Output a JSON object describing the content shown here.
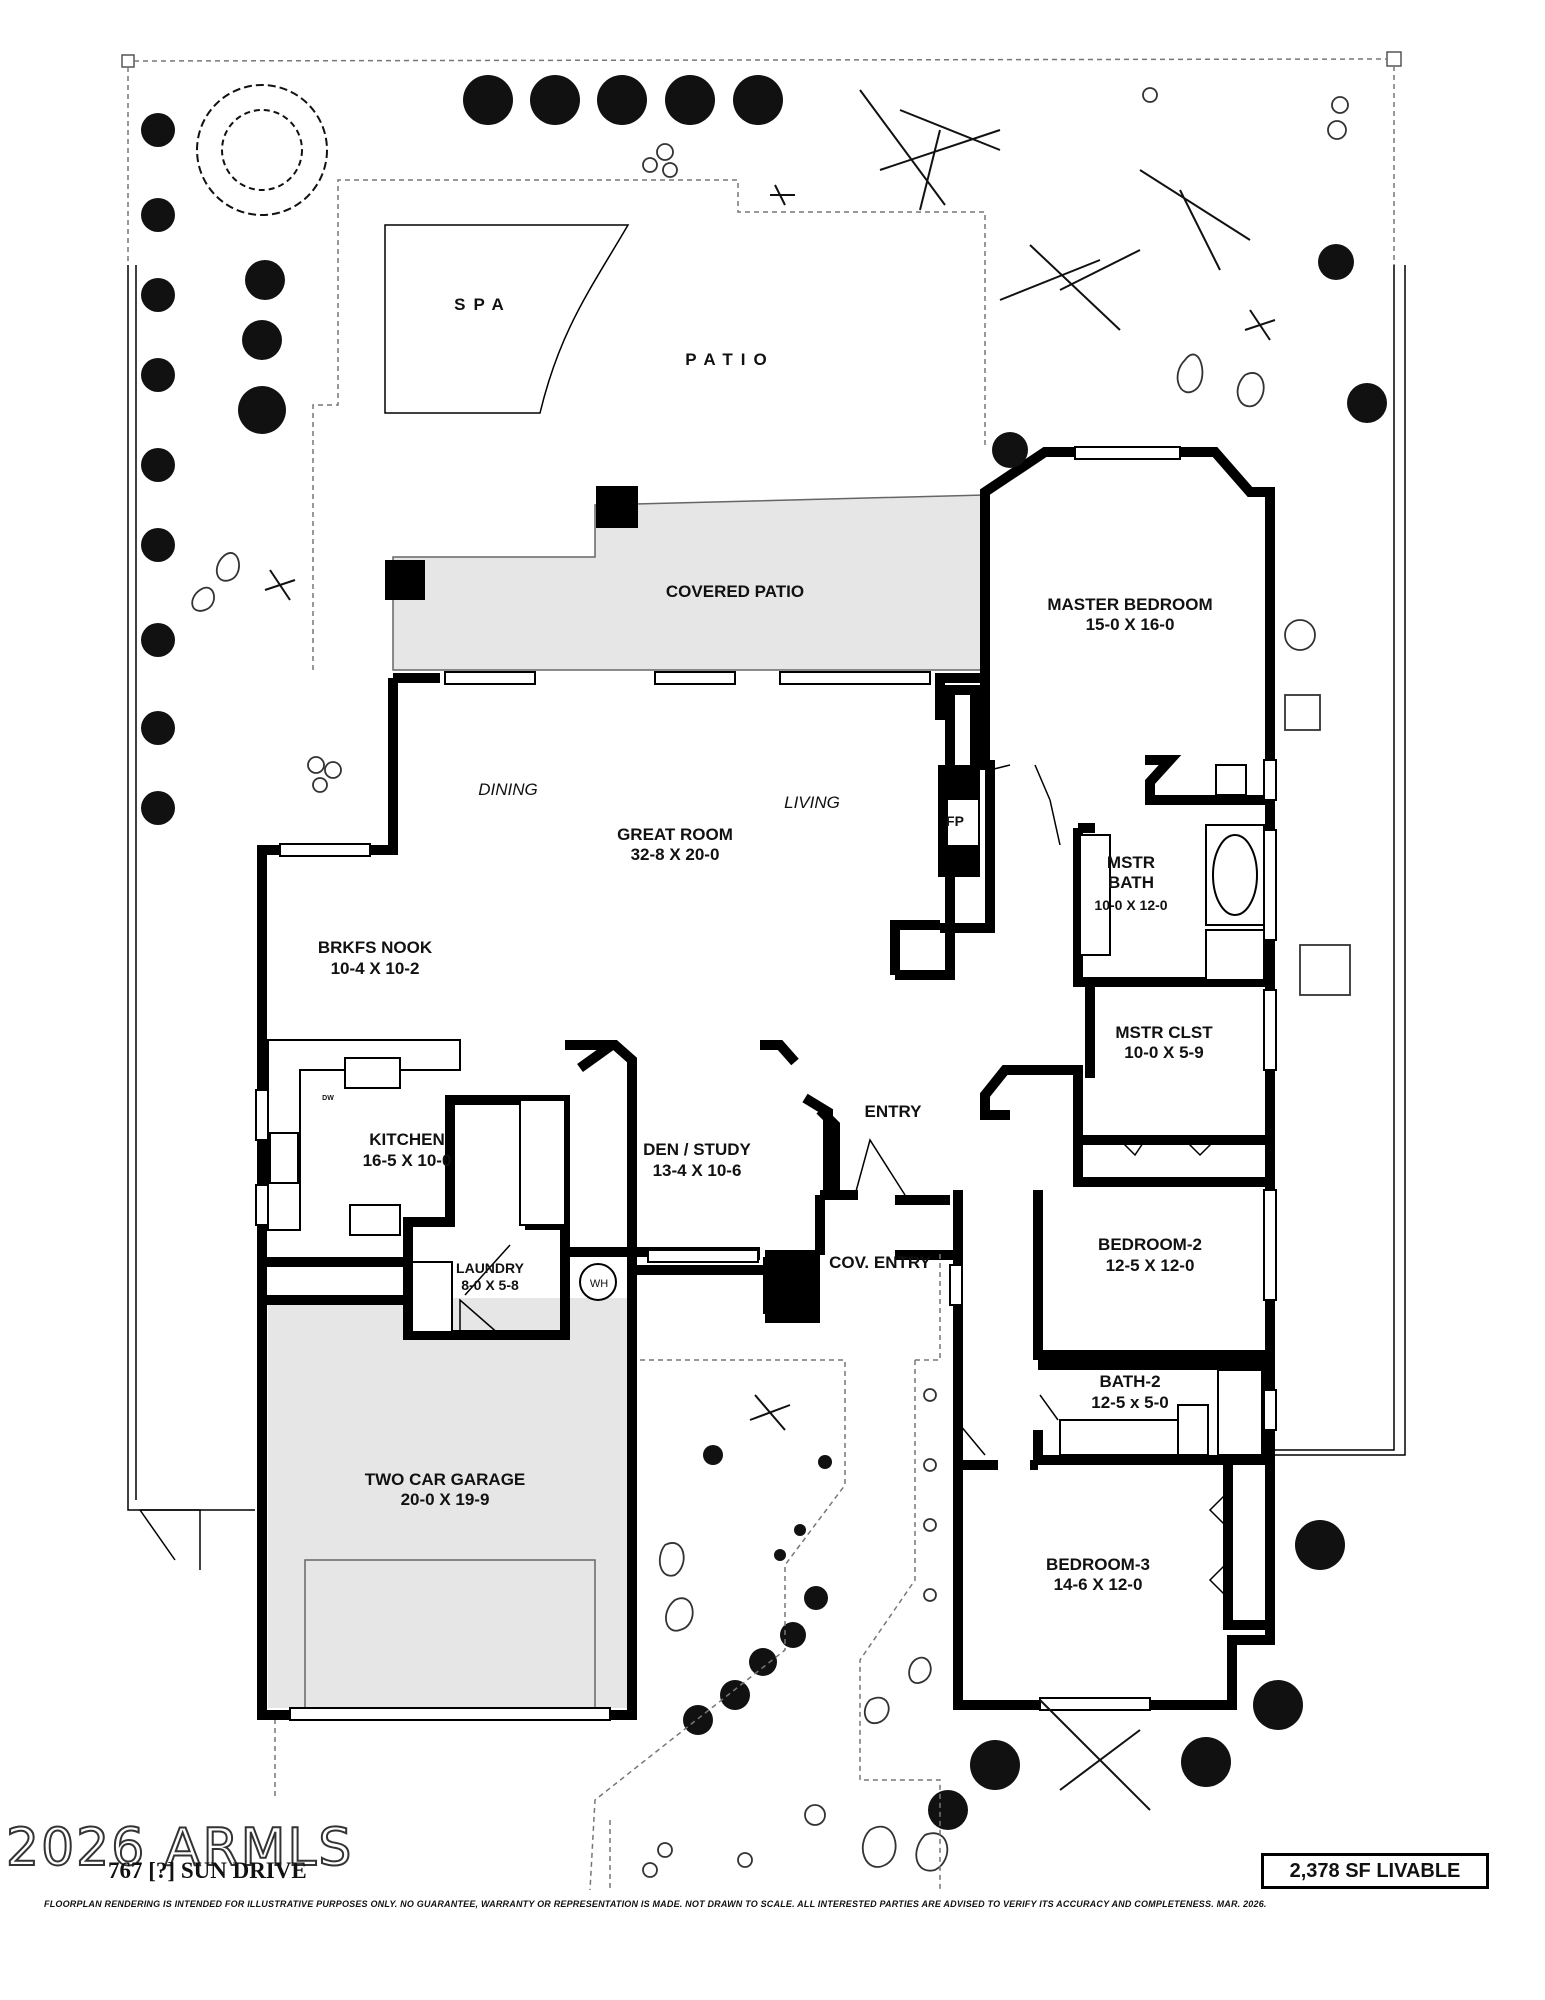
{
  "rooms": {
    "spa": "SPA",
    "patio": "PATIO",
    "covered_patio": "COVERED PATIO",
    "master_bedroom": {
      "name": "MASTER BEDROOM",
      "size": "15-0  X  16-0"
    },
    "great_room": {
      "name": "GREAT ROOM",
      "size": "32-8  X  20-0"
    },
    "dining": "DINING",
    "living": "LIVING",
    "fireplace": "FP",
    "mstr_bath": {
      "name_line1": "MSTR",
      "name_line2": "BATH",
      "size": "10-0 X 12-0"
    },
    "brkfs_nook": {
      "name": "BRKFS NOOK",
      "size": "10-4  X  10-2"
    },
    "mstr_clst": {
      "name": "MSTR  CLST",
      "size": "10-0  X  5-9"
    },
    "kitchen": {
      "name": "KITCHEN",
      "size": "16-5  X  10-0"
    },
    "den_study": {
      "name": "DEN / STUDY",
      "size": "13-4  X  10-6"
    },
    "entry": "ENTRY",
    "cov_entry": "COV. ENTRY",
    "bedroom_2": {
      "name": "BEDROOM-2",
      "size": "12-5  X  12-0"
    },
    "laundry": {
      "name": "LAUNDRY",
      "size": "8-0 X 5-8"
    },
    "water_heater": "WH",
    "dishwasher": "DW",
    "bath_2": {
      "name": "BATH-2",
      "size": "12-5 x 5-0"
    },
    "garage": {
      "name": "TWO CAR GARAGE",
      "size": "20-0  X  19-9"
    },
    "bedroom_3": {
      "name": "BEDROOM-3",
      "size": "14-6  X  12-0"
    }
  },
  "footer": {
    "address": "767 [?] SUN DRIVE",
    "square_feet": "2,378 SF LIVABLE",
    "disclaimer": "FLOORPLAN RENDERING IS INTENDED FOR ILLUSTRATIVE PURPOSES ONLY.  NO GUARANTEE, WARRANTY OR REPRESENTATION IS MADE.  NOT DRAWN TO SCALE.  ALL INTERESTED PARTIES ARE ADVISED TO VERIFY ITS ACCURACY AND COMPLETENESS. MAR. 2026."
  },
  "watermark": "2026 ARMLS"
}
